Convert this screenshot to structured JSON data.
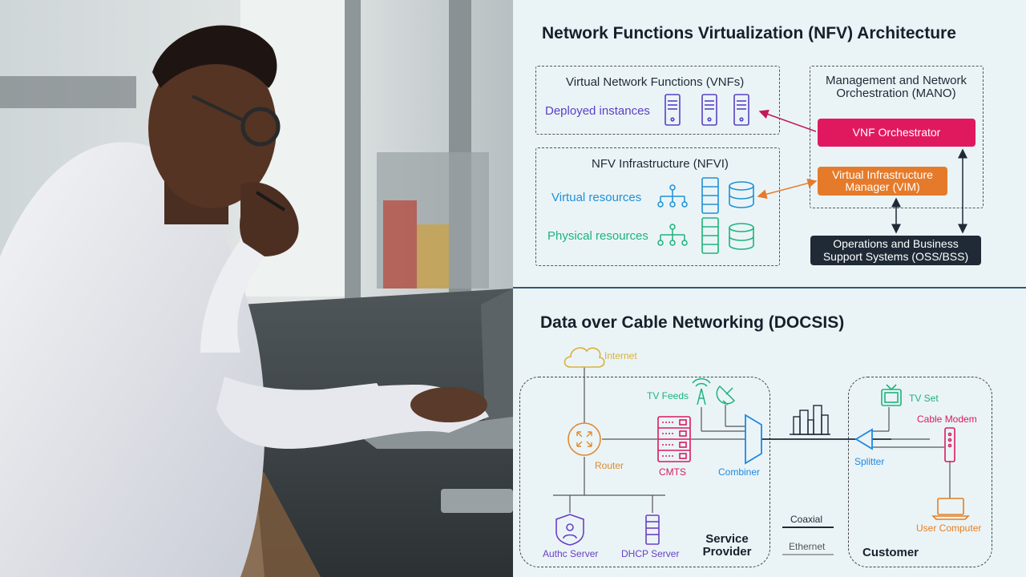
{
  "nfv": {
    "title": "Network Functions Virtualization (NFV) Architecture",
    "vnf_box_label": "Virtual Network Functions (VNFs)",
    "deployed_label": "Deployed instances",
    "nfvi_box_label": "NFV Infrastructure (NFVI)",
    "virtual_resources_label": "Virtual resources",
    "physical_resources_label": "Physical resources",
    "mano_label_line1": "Management and Network",
    "mano_label_line2": "Orchestration (MANO)",
    "vnf_orchestrator": "VNF Orchestrator",
    "vim_line1": "Virtual Infrastructure",
    "vim_line2": "Manager (VIM)",
    "oss_line1": "Operations and Business",
    "oss_line2": "Support Systems (OSS/BSS)"
  },
  "docsis": {
    "title": "Data over Cable Networking (DOCSIS)",
    "internet": "Internet",
    "tv_feeds": "TV Feeds",
    "router": "Router",
    "cmts": "CMTS",
    "combiner": "Combiner",
    "splitter": "Splitter",
    "tv_set": "TV Set",
    "cable_modem": "Cable Modem",
    "user_computer": "User Computer",
    "authc_server": "Authc Server",
    "dhcp_server": "DHCP Server",
    "service_provider_line1": "Service",
    "service_provider_line2": "Provider",
    "customer": "Customer",
    "legend_coaxial": "Coaxial",
    "legend_ethernet": "Ethernet"
  },
  "colors": {
    "vnf_purple": "#5b3fc4",
    "virtual_blue": "#1e90d6",
    "physical_green": "#1db37a",
    "orchestrator_pink": "#e0195f",
    "vim_orange": "#e57b2a",
    "oss_dark": "#1f2a36",
    "internet_yellow": "#d9b23a",
    "router_orange": "#e08a2c",
    "cmts_pink": "#d81b60",
    "combiner_blue": "#1e88e5",
    "user_orange": "#e67e22",
    "server_purple": "#6a3fc4"
  }
}
